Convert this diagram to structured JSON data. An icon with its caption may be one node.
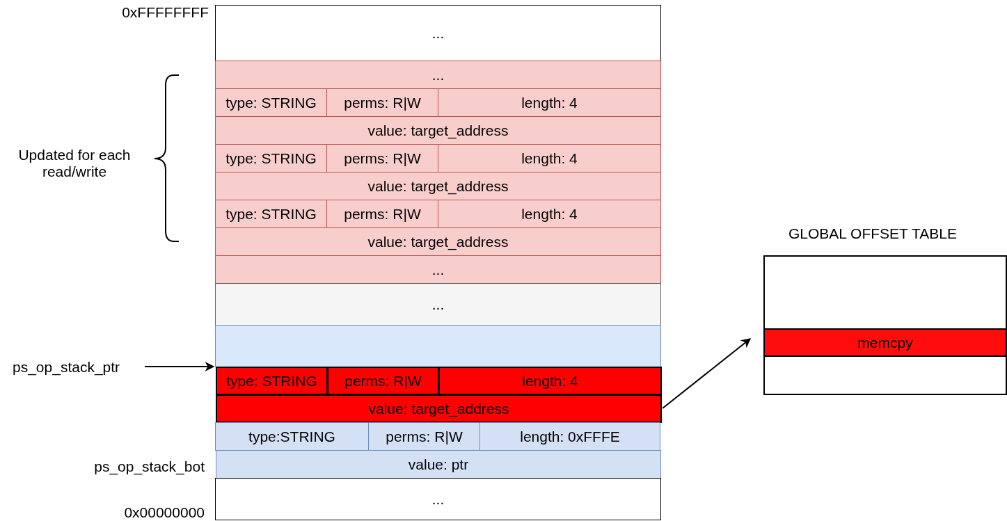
{
  "diagram": {
    "nodes": [
      {
        "text": [
          "..."
        ]
      },
      {
        "text": [
          "..."
        ]
      },
      {
        "text": [
          "type: STRING"
        ]
      },
      {
        "text": [
          "perms: R|W"
        ]
      },
      {
        "text": [
          "length: 4"
        ]
      },
      {
        "text": [
          "value: target_address"
        ]
      },
      {
        "text": [
          "type: STRING"
        ]
      },
      {
        "text": [
          "perms: R|W"
        ]
      },
      {
        "text": [
          "length: 4"
        ]
      },
      {
        "text": [
          "value: target_address"
        ]
      },
      {
        "text": [
          "type: STRING"
        ]
      },
      {
        "text": [
          "perms: R|W"
        ]
      },
      {
        "text": [
          "length: 4"
        ]
      },
      {
        "text": [
          "value: target_address"
        ]
      },
      {
        "text": [
          "..."
        ]
      },
      {
        "text": [
          "..."
        ]
      },
      {
        "text": [],
        "shape": "box"
      },
      {
        "text": [
          "type: STRING"
        ]
      },
      {
        "text": [
          "perms: R|W"
        ]
      },
      {
        "text": [
          "length: 4"
        ]
      },
      {
        "text": [
          "value: target_address"
        ]
      },
      {
        "text": [
          "type:STRING"
        ]
      },
      {
        "text": [
          "perms: R|W"
        ]
      },
      {
        "text": [
          "length: 0xFFFE"
        ]
      },
      {
        "text": [
          "value: ptr"
        ]
      },
      {
        "text": [
          "..."
        ]
      },
      {
        "text": [
          "GLOBAL OFFSET TABLE"
        ]
      },
      {
        "text": [
          "memcpy"
        ],
        "in": 26
      },
      {
        "text": [
          "ps_op_stack_ptr"
        ]
      }
    ],
    "edges": [
      {
        "from": 28,
        "to": 17,
        "arrow": "to"
      },
      {
        "from": 20,
        "to": 26,
        "arrow": "to"
      }
    ],
    "labels": [
      "0xFFFFFFFF",
      "Updated for each read/write",
      "ps_op_stack_bot",
      "0x00000000"
    ]
  }
}
